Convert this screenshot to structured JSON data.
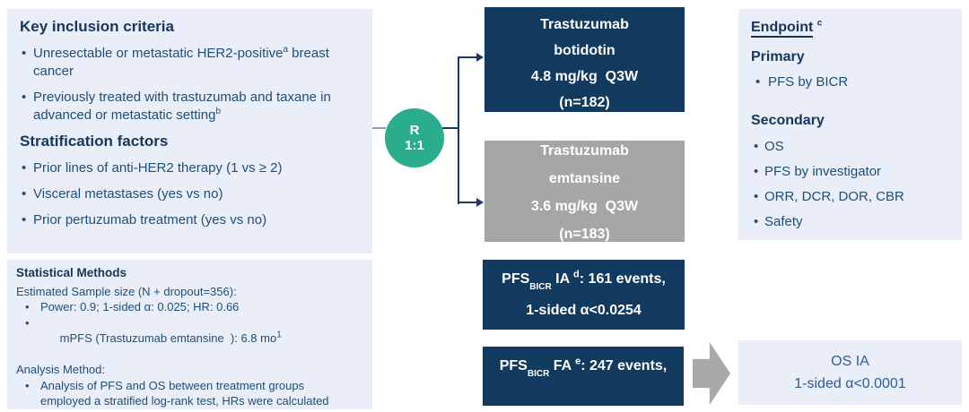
{
  "colors": {
    "panel_bg": "#E9EEF8",
    "navy_box": "#12395E",
    "gray_box": "#A6A6A6",
    "green_circle": "#2AAD8C",
    "heading_text": "#17365D",
    "body_text": "#1F4E79",
    "connector": "#1F3864",
    "flow_arrow": "#A9A9A9"
  },
  "key_panel": {
    "title": "Key inclusion criteria",
    "bullet1_pre": "Unresectable or metastatic HER2-positive",
    "bullet1_sup": "a",
    "bullet1_post": " breast cancer",
    "bullet2_pre": "Previously treated with trastuzumab and taxane in advanced or metastatic setting",
    "bullet2_sup": "b",
    "strat_title": "Stratification factors",
    "strat_bullet1": "Prior lines of anti-HER2 therapy (1 vs ≥ 2)",
    "strat_bullet2": "Visceral metastases (yes vs no)",
    "strat_bullet3": "Prior pertuzumab treatment (yes vs no)"
  },
  "stats_panel": {
    "title": "Statistical Methods",
    "line1": "Estimated Sample size (N + dropout=356):",
    "bullet1": "Power: 0.9; 1-sided α: 0.025; HR: 0.66",
    "bullet2_pre": "mPFS (Trastuzumab emtansine  ): 6.8 mo",
    "bullet2_sup": "1",
    "line2": "Analysis Method:",
    "bullet3": "Analysis of PFS and OS between treatment groups employed a stratified log-rank test, HRs were calculated using a stratified Cox model"
  },
  "randomization": {
    "letter": "R",
    "ratio": "1:1"
  },
  "arm1": {
    "line1": "Trastuzumab",
    "line2": "botidotin",
    "line3": "4.8 mg/kg  Q3W",
    "line4": "(n=182)"
  },
  "arm2": {
    "line1": "Trastuzumab",
    "line2": "emtansine",
    "line3": "3.6 mg/kg  Q3W",
    "line4": "(n=183)"
  },
  "pfs_ia": {
    "pre": "PFS",
    "sub": "BICR",
    "mid": " IA ",
    "sup": "d",
    "tail": ": 161 events,",
    "alpha": "1-sided α<0.0254"
  },
  "pfs_fa": {
    "pre": "PFS",
    "sub": "BICR",
    "mid": " FA ",
    "sup": "e",
    "tail": ": 247 events,"
  },
  "os_box": {
    "line1": "OS IA",
    "line2": "1-sided α<0.0001"
  },
  "endpoint_panel": {
    "title": "Endpoint",
    "title_sup": "c",
    "primary_label": "Primary",
    "primary_item1": "PFS by BICR",
    "secondary_label": "Secondary",
    "secondary_item1": "OS",
    "secondary_item2": "PFS by investigator",
    "secondary_item3": "ORR, DCR, DOR, CBR",
    "secondary_item4": "Safety"
  }
}
